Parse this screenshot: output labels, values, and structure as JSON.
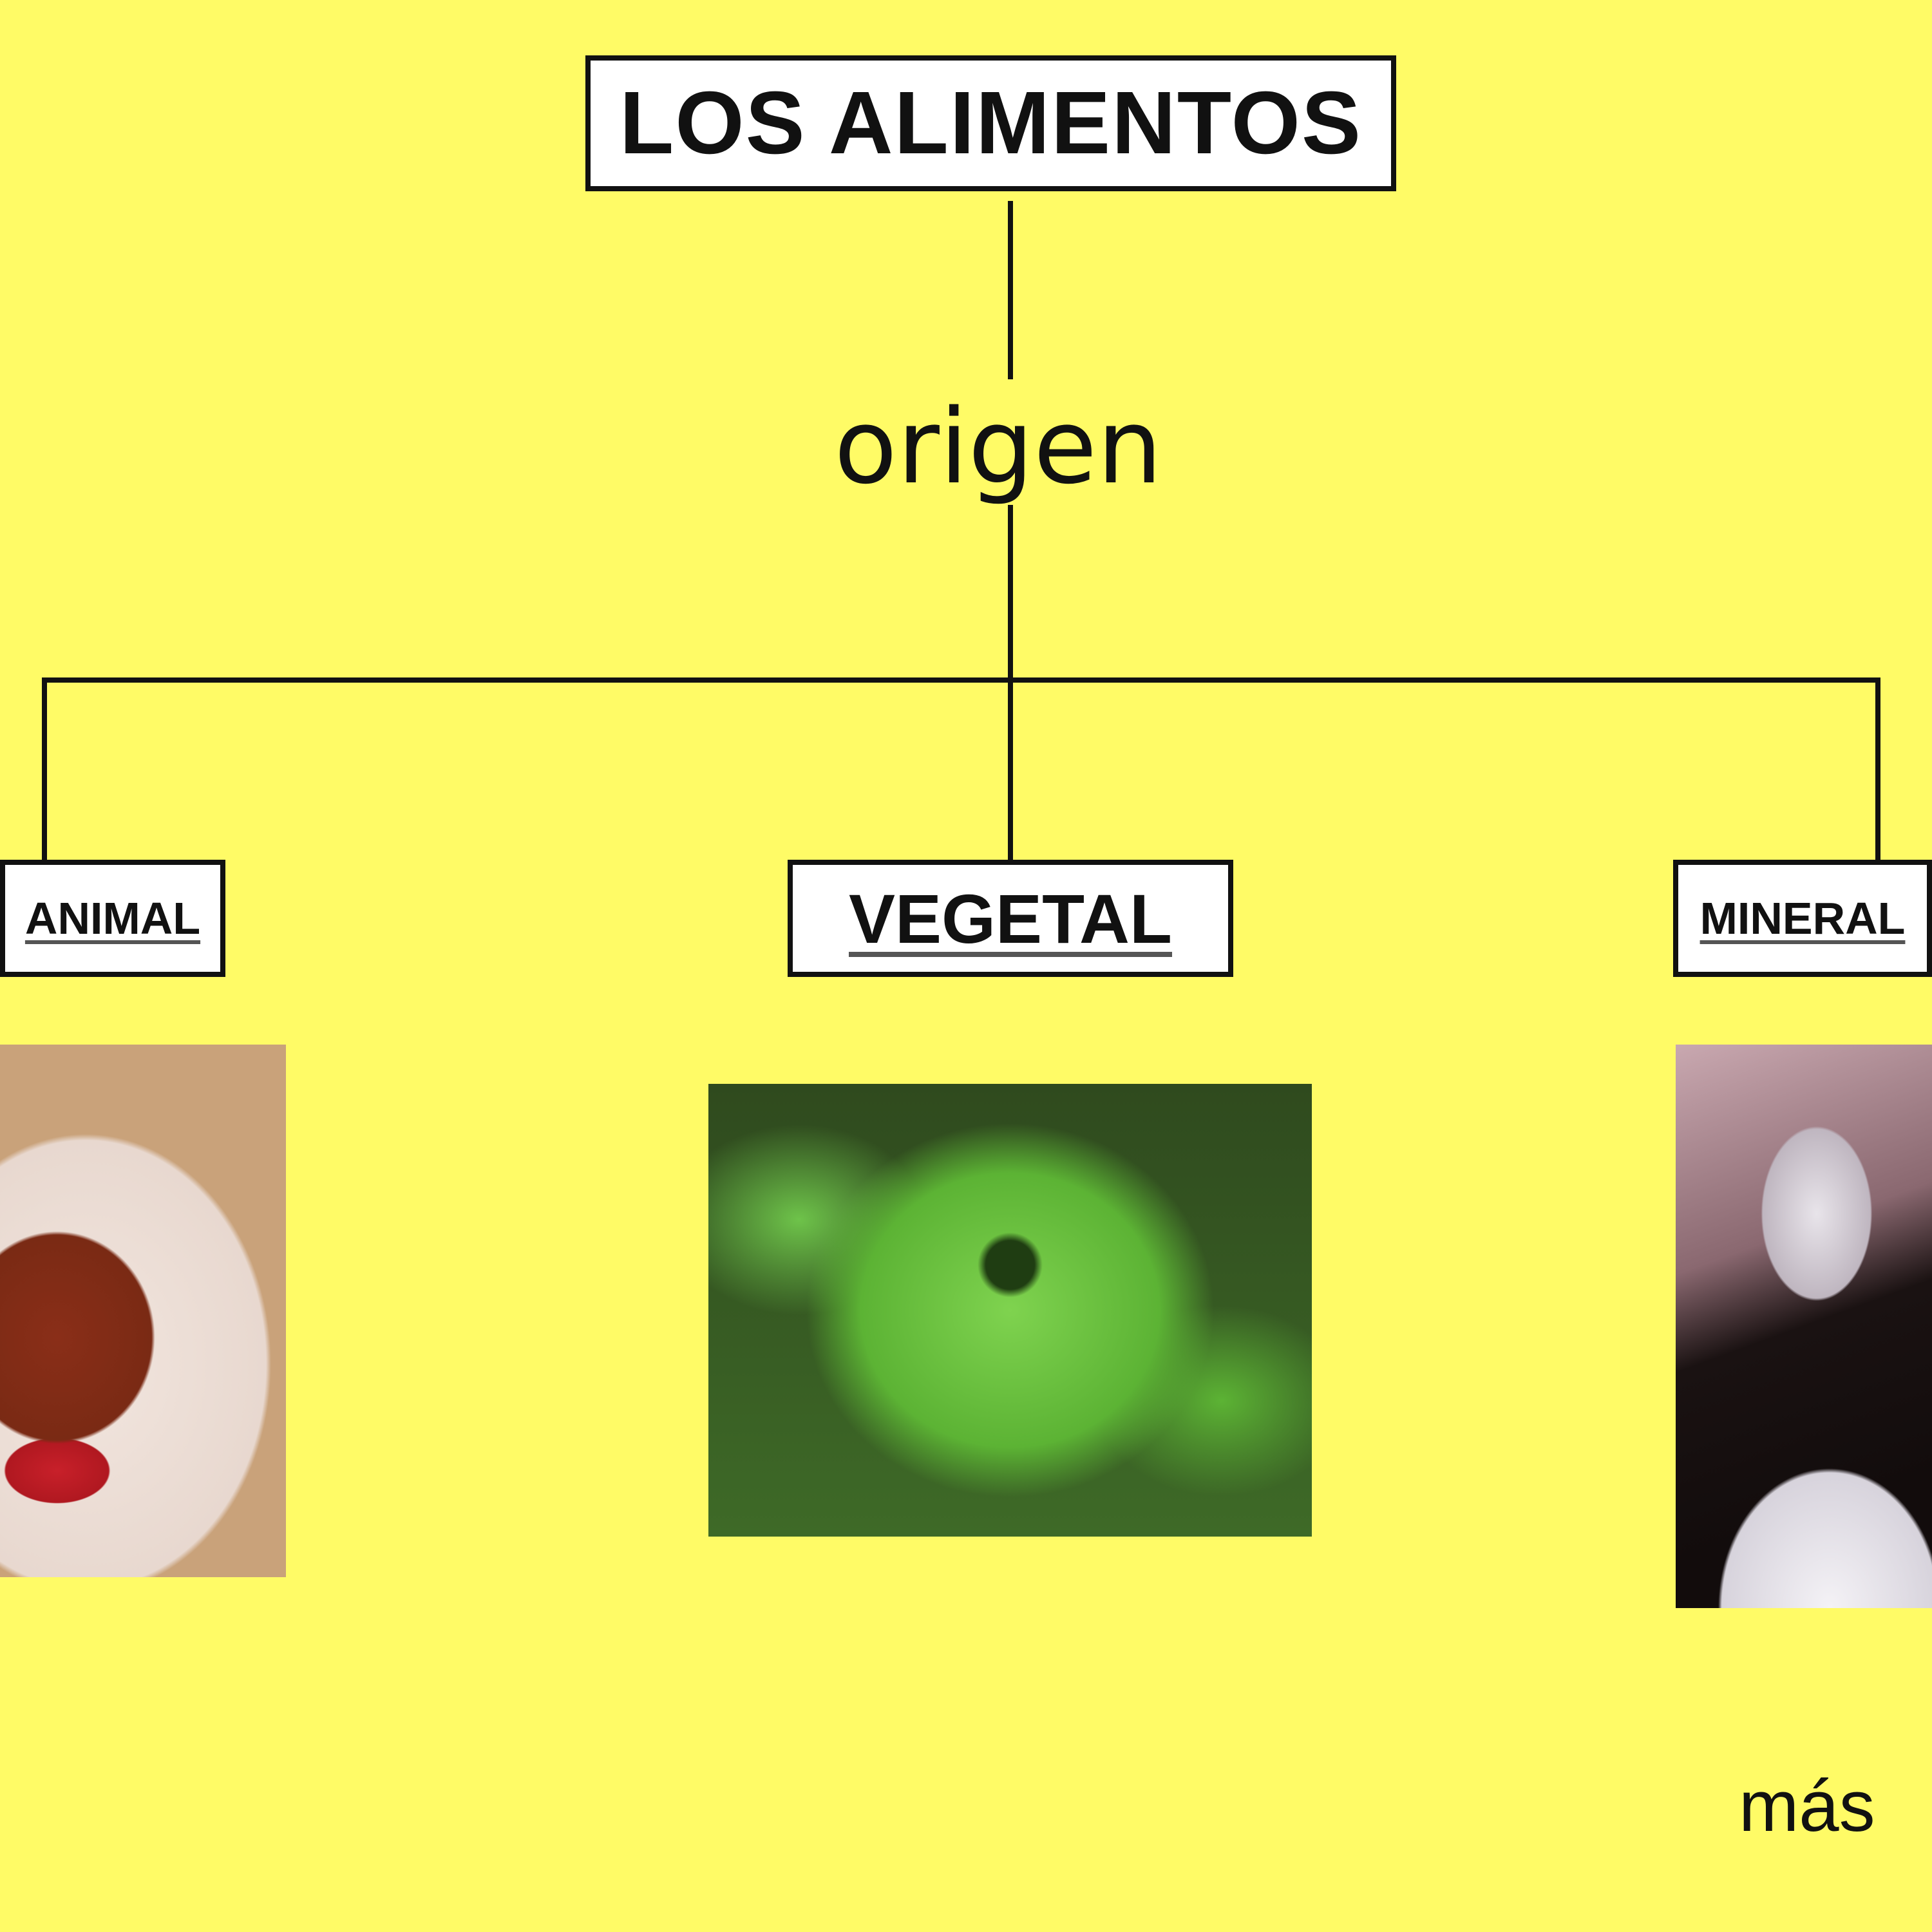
{
  "title": "LOS ALIMENTOS",
  "connector_label": "origen",
  "categories": [
    {
      "label": "ANIMAL",
      "image": "grilled-steak-photo"
    },
    {
      "label": "VEGETAL",
      "image": "lettuce-photo"
    },
    {
      "label": "MINERAL",
      "image": "salt-shaker-photo"
    }
  ],
  "footer_text": "más",
  "colors": {
    "background": "#fffb66",
    "line": "#111111",
    "box": "#ffffff"
  }
}
